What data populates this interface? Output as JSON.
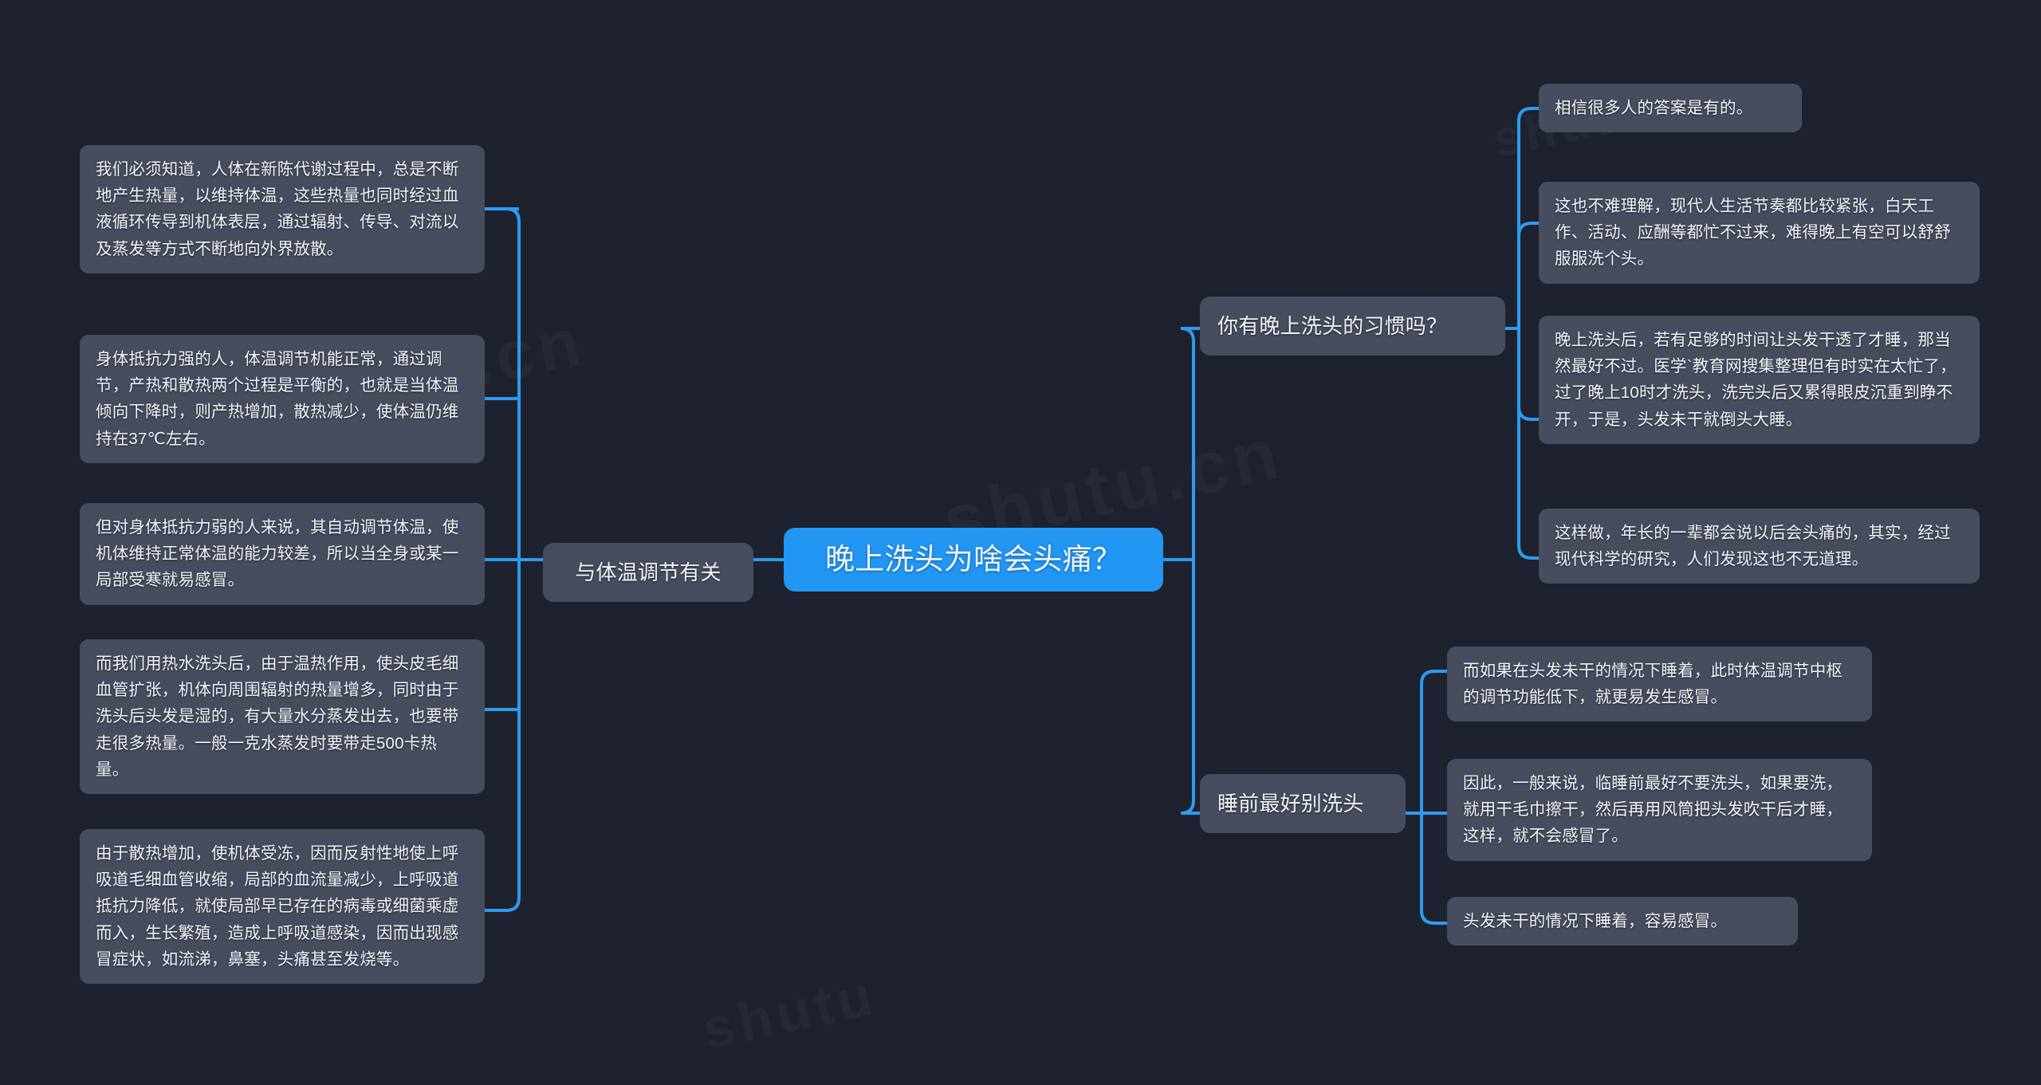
{
  "theme": {
    "background": "#1e212e",
    "node_fill": "#474d5e",
    "root_fill": "#2196f3",
    "connector": "#2e9bf0",
    "text": "#f2f4f8"
  },
  "watermarks": [
    "shutu.cn",
    "shutu.cn",
    "shutu.cn",
    "s",
    "shutu"
  ],
  "root": {
    "label": "晚上洗头为啥会头痛？"
  },
  "branches": {
    "left": [
      {
        "label": "与体温调节有关",
        "children": [
          "我们必须知道，人体在新陈代谢过程中，总是不断地产生热量，以维持体温，这些热量也同时经过血液循环传导到机体表层，通过辐射、传导、对流以及蒸发等方式不断地向外界放散。",
          "身体抵抗力强的人，体温调节机能正常，通过调节，产热和散热两个过程是平衡的，也就是当体温倾向下降时，则产热增加，散热减少，使体温仍维持在37℃左右。",
          "但对身体抵抗力弱的人来说，其自动调节体温，使机体维持正常体温的能力较差，所以当全身或某一局部受寒就易感冒。",
          "而我们用热水洗头后，由于温热作用，使头皮毛细血管扩张，机体向周围辐射的热量增多，同时由于洗头后头发是湿的，有大量水分蒸发出去，也要带走很多热量。一般一克水蒸发时要带走500卡热量。",
          "由于散热增加，使机体受冻，因而反射性地使上呼吸道毛细血管收缩，局部的血流量减少，上呼吸道抵抗力降低，就使局部早已存在的病毒或细菌乘虚而入，生长繁殖，造成上呼吸道感染，因而出现感冒症状，如流涕，鼻塞，头痛甚至发烧等。"
        ]
      }
    ],
    "right": [
      {
        "label": "你有晚上洗头的习惯吗？",
        "children": [
          "相信很多人的答案是有的。",
          "这也不难理解，现代人生活节奏都比较紧张，白天工作、活动、应酬等都忙不过来，难得晚上有空可以舒舒服服洗个头。",
          "晚上洗头后，若有足够的时间让头发干透了才睡，那当然最好不过。医学`教育网搜集整理但有时实在太忙了，过了晚上10时才洗头，洗完头后又累得眼皮沉重到睁不开，于是，头发未干就倒头大睡。",
          "这样做，年长的一辈都会说以后会头痛的，其实，经过现代科学的研究，人们发现这也不无道理。"
        ]
      },
      {
        "label": "睡前最好别洗头",
        "children": [
          "而如果在头发未干的情况下睡着，此时体温调节中枢的调节功能低下，就更易发生感冒。",
          "因此，一般来说，临睡前最好不要洗头，如果要洗，就用干毛巾擦干，然后再用风筒把头发吹干后才睡，这样，就不会感冒了。",
          "头发未干的情况下睡着，容易感冒。"
        ]
      }
    ]
  }
}
